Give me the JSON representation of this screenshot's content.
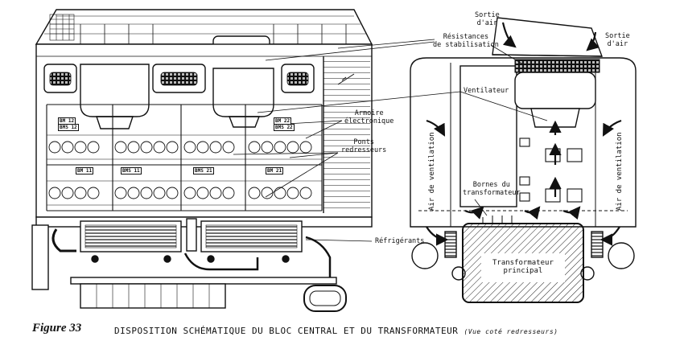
{
  "figure_label": "Figure 33",
  "caption": {
    "main": "DISPOSITION SCHÉMATIQUE DU BLOC CENTRAL ET DU TRANSFORMATEUR",
    "sub": "(Vue coté redresseurs)"
  },
  "labels": {
    "sortie_air_1": [
      "Sortie",
      "d'air"
    ],
    "sortie_air_2": [
      "Sortie",
      "d'air"
    ],
    "resistances": [
      "Résistances",
      "de stabilisation"
    ],
    "ventilateur": "Ventilateur",
    "armoire": [
      "Armoire",
      "électronique"
    ],
    "ponts": [
      "Ponts",
      "redresseurs"
    ],
    "bornes": [
      "Bornes du",
      "transformateur"
    ],
    "refrigerants": "Réfrigérants",
    "transformateur": [
      "Transformateur",
      "principal"
    ],
    "air_ventilation_left": "Air de ventilation",
    "air_ventilation_right": "Air de ventilation"
  },
  "tags": {
    "bm12": "BM 12",
    "bms12": "BMS 12",
    "bm22": "BM 22",
    "bms22": "BMS 22",
    "bm11": "BM 11",
    "bms11": "BMS 11",
    "bm21": "BM 21",
    "bms21": "BMS 21"
  }
}
